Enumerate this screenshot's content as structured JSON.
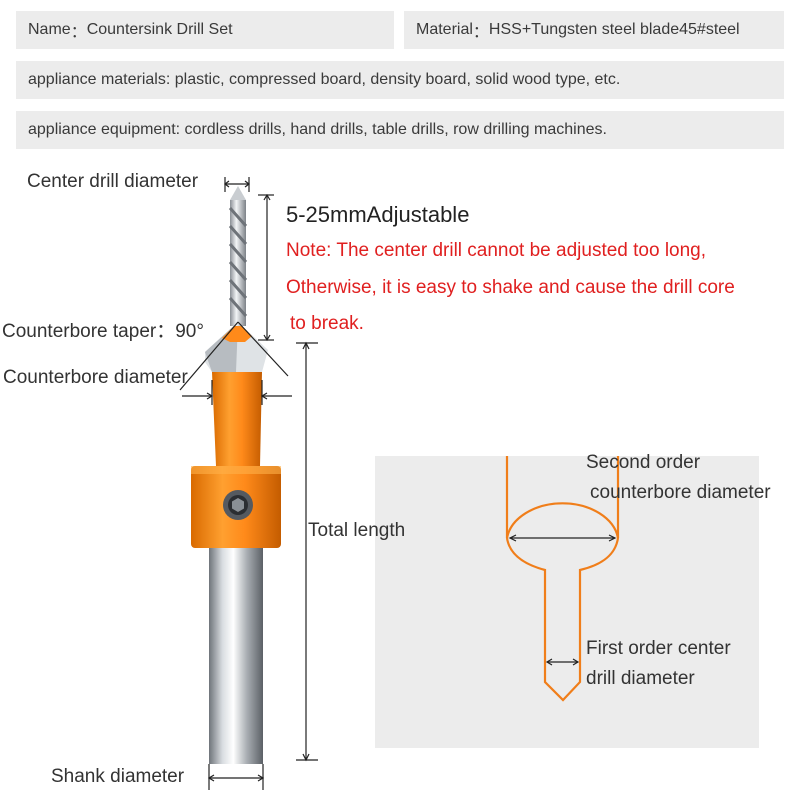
{
  "specs": {
    "name_label": "Name",
    "name_value": "Countersink Drill Set",
    "material_label": "Material",
    "material_value": "HSS+Tungsten steel blade45#steel",
    "appliance_materials": "appliance materials: plastic, compressed board, density board, solid wood type, etc.",
    "appliance_equipment": "appliance equipment: cordless drills, hand drills, table drills, row drilling machines."
  },
  "labels": {
    "center_drill_diameter": "Center drill diameter",
    "adjustable": "5-25mmAdjustable",
    "counterbore_taper": "Counterbore taper：90°",
    "counterbore_diameter": "Counterbore diameter",
    "total_length": "Total length",
    "shank_diameter": "Shank diameter"
  },
  "note": {
    "line1": "Note: The center drill cannot be adjusted too long,",
    "line2": "Otherwise, it is easy to shake and cause the drill core",
    "line3": "to break."
  },
  "schematic": {
    "second_order_line1": "Second order",
    "second_order_line2": "counterbore diameter",
    "first_order_line1": "First order center",
    "first_order_line2": "drill diameter"
  },
  "colors": {
    "accent_orange": "#ff8a1a",
    "note_red": "#e02020",
    "panel_gray": "#ececec"
  }
}
